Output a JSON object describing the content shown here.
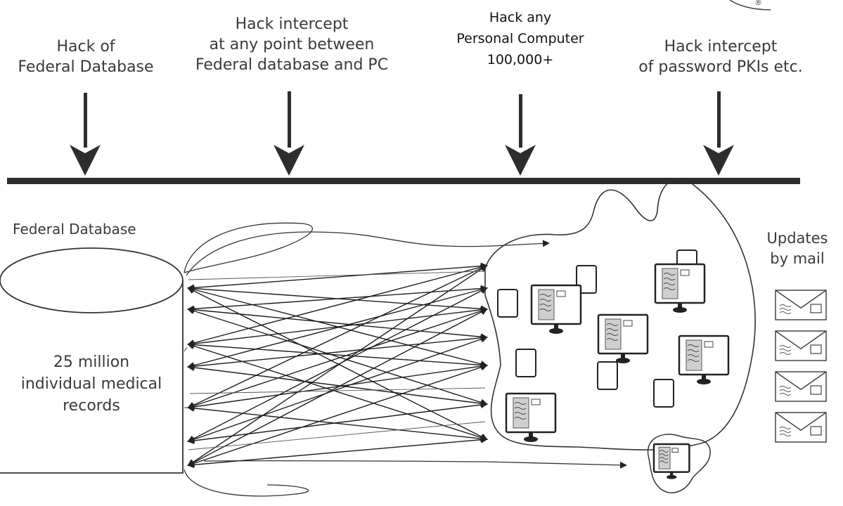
{
  "threats": [
    {
      "lines": [
        "Hack of",
        "Federal Database"
      ]
    },
    {
      "lines": [
        "Hack intercept",
        "at any point between",
        "Federal database and PC"
      ]
    },
    {
      "lines": [
        "Hack any",
        "Personal Computer",
        "100,000+"
      ]
    },
    {
      "lines": [
        "Hack intercept",
        "of password PKIs etc."
      ]
    }
  ],
  "database": {
    "title": "Federal Database",
    "record_lines": [
      "25 million",
      "individual medical",
      "records"
    ]
  },
  "mail": {
    "lines": [
      "Updates",
      "by mail"
    ],
    "envelope_count": 4
  },
  "trademark": "®",
  "colors": {
    "ink": "#333333",
    "text": "#3a3a3a"
  }
}
